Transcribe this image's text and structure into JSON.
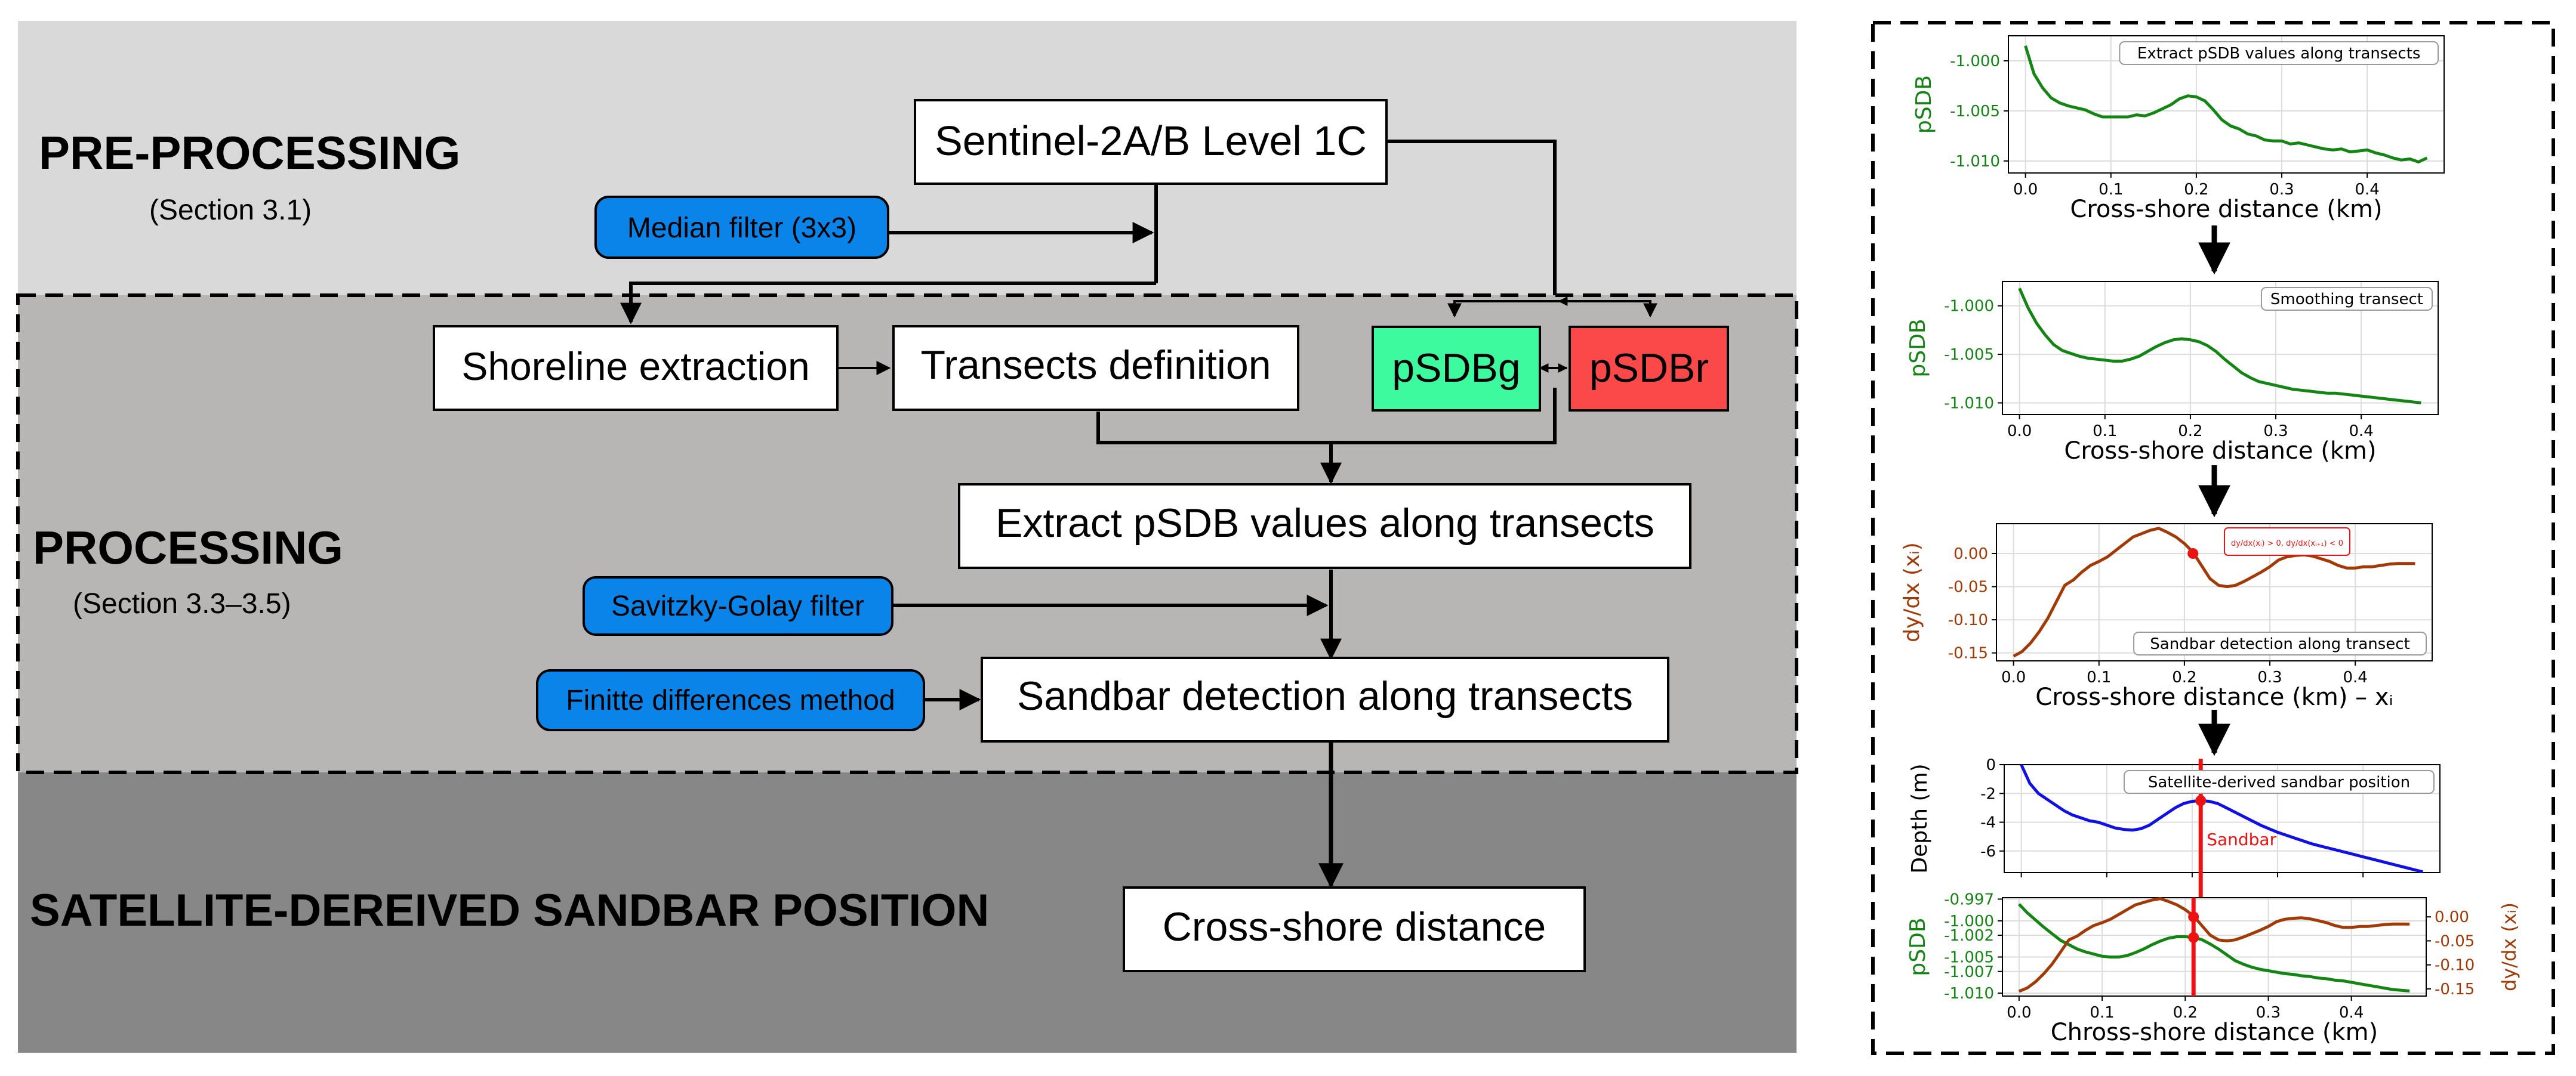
{
  "sections": {
    "pre": {
      "title": "PRE-PROCESSING",
      "subtitle": "(Section 3.1)"
    },
    "proc": {
      "title": "PROCESSING",
      "subtitle": "(Section 3.3–3.5)"
    },
    "sat": {
      "title": "SATELLITE-DEREIVED SANDBAR POSITION"
    }
  },
  "boxes": {
    "sentinel": "Sentinel-2A/B Level 1C",
    "median": "Median filter (3x3)",
    "shoreline": "Shoreline extraction",
    "transects": "Transects definition",
    "psdbg": "pSDBg",
    "psdbr": "pSDBr",
    "extract": "Extract pSDB values along transects",
    "savgol": "Savitzky-Golay filter",
    "finite": "Finitte differences method",
    "sandbar": "Sandbar detection along transects",
    "crossshore": "Cross-shore distance"
  },
  "colors": {
    "pre_bg": "#d9d9d9",
    "proc_bg": "#b8b5b5",
    "sat_bg": "#878787",
    "method_blue": "#0a84e8",
    "psdbg_green": "#3dfa9e",
    "psdbr_red": "#fb4848",
    "green_line": "#138513",
    "brown_line": "#a33a06",
    "blue_line": "#1010e6",
    "red_line": "#ee1111"
  },
  "chart_data": [
    {
      "type": "line",
      "title": "Extract pSDB values along transects",
      "xlabel": "Cross-shore distance (km)",
      "ylabel": "pSDB",
      "xlim": [
        -0.02,
        0.49
      ],
      "ylim": [
        -1.0112,
        -0.9975
      ],
      "xticks": [
        0.0,
        0.1,
        0.2,
        0.3,
        0.4
      ],
      "xtick_labels": [
        "0.0",
        "0.1",
        "0.2",
        "0.3",
        "0.4"
      ],
      "yticks": [
        -1.0,
        -1.005,
        -1.01
      ],
      "ytick_labels": [
        "-1.000",
        "-1.005",
        "-1.010"
      ],
      "grid": true,
      "legend": "top-right",
      "series": [
        {
          "color": "#138513",
          "x": [
            0.0,
            0.01,
            0.02,
            0.03,
            0.04,
            0.05,
            0.06,
            0.07,
            0.08,
            0.09,
            0.1,
            0.11,
            0.12,
            0.13,
            0.14,
            0.15,
            0.16,
            0.17,
            0.18,
            0.19,
            0.2,
            0.21,
            0.22,
            0.23,
            0.24,
            0.25,
            0.26,
            0.27,
            0.28,
            0.29,
            0.3,
            0.31,
            0.32,
            0.33,
            0.34,
            0.35,
            0.36,
            0.37,
            0.38,
            0.39,
            0.4,
            0.41,
            0.42,
            0.43,
            0.44,
            0.45,
            0.46,
            0.47
          ],
          "y": [
            -0.9985,
            -1.0013,
            -1.0027,
            -1.0037,
            -1.0042,
            -1.0045,
            -1.0047,
            -1.0049,
            -1.0053,
            -1.0056,
            -1.0056,
            -1.0056,
            -1.0056,
            -1.0054,
            -1.0055,
            -1.0052,
            -1.0048,
            -1.0044,
            -1.0038,
            -1.0035,
            -1.0036,
            -1.004,
            -1.0049,
            -1.0059,
            -1.0065,
            -1.0068,
            -1.0073,
            -1.0075,
            -1.0079,
            -1.008,
            -1.008,
            -1.0083,
            -1.0082,
            -1.0084,
            -1.0086,
            -1.0088,
            -1.0089,
            -1.0088,
            -1.0091,
            -1.009,
            -1.0089,
            -1.0092,
            -1.0094,
            -1.0097,
            -1.0099,
            -1.0098,
            -1.0101,
            -1.0097
          ]
        }
      ]
    },
    {
      "type": "line",
      "title": "Smoothing transect",
      "xlabel": "Cross-shore distance (km)",
      "ylabel": "pSDB",
      "xlim": [
        -0.02,
        0.49
      ],
      "ylim": [
        -1.0112,
        -0.9975
      ],
      "xticks": [
        0.0,
        0.1,
        0.2,
        0.3,
        0.4
      ],
      "xtick_labels": [
        "0.0",
        "0.1",
        "0.2",
        "0.3",
        "0.4"
      ],
      "yticks": [
        -1.0,
        -1.005,
        -1.01
      ],
      "ytick_labels": [
        "-1.000",
        "-1.005",
        "-1.010"
      ],
      "grid": true,
      "legend": "top-right",
      "series": [
        {
          "color": "#138513",
          "x": [
            0.0,
            0.01,
            0.02,
            0.03,
            0.04,
            0.05,
            0.06,
            0.07,
            0.08,
            0.09,
            0.1,
            0.11,
            0.12,
            0.13,
            0.14,
            0.15,
            0.16,
            0.17,
            0.18,
            0.19,
            0.2,
            0.21,
            0.22,
            0.23,
            0.24,
            0.25,
            0.26,
            0.27,
            0.28,
            0.29,
            0.3,
            0.31,
            0.32,
            0.33,
            0.34,
            0.35,
            0.36,
            0.37,
            0.38,
            0.39,
            0.4,
            0.41,
            0.42,
            0.43,
            0.44,
            0.45,
            0.46,
            0.47
          ],
          "y": [
            -0.9982,
            -1.0002,
            -1.0018,
            -1.003,
            -1.004,
            -1.0046,
            -1.0049,
            -1.0052,
            -1.0054,
            -1.0055,
            -1.0056,
            -1.0057,
            -1.0057,
            -1.0055,
            -1.0052,
            -1.0047,
            -1.0042,
            -1.0038,
            -1.0035,
            -1.0034,
            -1.0035,
            -1.0037,
            -1.0041,
            -1.0047,
            -1.0055,
            -1.0062,
            -1.0069,
            -1.0074,
            -1.0078,
            -1.008,
            -1.0082,
            -1.0084,
            -1.0086,
            -1.0087,
            -1.0088,
            -1.0089,
            -1.009,
            -1.009,
            -1.0091,
            -1.0092,
            -1.0093,
            -1.0094,
            -1.0095,
            -1.0096,
            -1.0097,
            -1.0098,
            -1.0099,
            -1.01
          ]
        }
      ]
    },
    {
      "type": "line",
      "title": "Sandbar detection along transect",
      "xlabel": "Cross-shore distance (km) – xᵢ",
      "ylabel": "dy/dx (xᵢ)",
      "annotation": "dy/dx(xᵢ) > 0, dy/dx(xᵢ₊₁) < 0",
      "xlim": [
        -0.02,
        0.49
      ],
      "ylim": [
        -0.162,
        0.045
      ],
      "xticks": [
        0.0,
        0.1,
        0.2,
        0.3,
        0.4
      ],
      "xtick_labels": [
        "0.0",
        "0.1",
        "0.2",
        "0.3",
        "0.4"
      ],
      "yticks": [
        0.0,
        -0.05,
        -0.1,
        -0.15
      ],
      "ytick_labels": [
        "0.00",
        "-0.05",
        "-0.10",
        "-0.15"
      ],
      "grid": true,
      "legend": "bottom-right",
      "marker": {
        "x": 0.21,
        "y": 0.0
      },
      "series": [
        {
          "color": "#a33a06",
          "x": [
            0.0,
            0.01,
            0.02,
            0.03,
            0.04,
            0.05,
            0.06,
            0.07,
            0.08,
            0.09,
            0.1,
            0.11,
            0.12,
            0.13,
            0.14,
            0.15,
            0.16,
            0.17,
            0.18,
            0.19,
            0.2,
            0.21,
            0.22,
            0.23,
            0.24,
            0.25,
            0.26,
            0.27,
            0.28,
            0.29,
            0.3,
            0.31,
            0.32,
            0.33,
            0.34,
            0.35,
            0.36,
            0.37,
            0.38,
            0.39,
            0.4,
            0.41,
            0.42,
            0.43,
            0.44,
            0.45,
            0.46,
            0.47
          ],
          "y": [
            -0.155,
            -0.148,
            -0.135,
            -0.118,
            -0.098,
            -0.073,
            -0.048,
            -0.04,
            -0.028,
            -0.018,
            -0.012,
            -0.005,
            0.005,
            0.015,
            0.025,
            0.03,
            0.035,
            0.038,
            0.032,
            0.025,
            0.015,
            0.002,
            -0.018,
            -0.038,
            -0.048,
            -0.05,
            -0.048,
            -0.042,
            -0.035,
            -0.028,
            -0.02,
            -0.01,
            -0.005,
            -0.003,
            -0.002,
            -0.004,
            -0.008,
            -0.012,
            -0.018,
            -0.022,
            -0.022,
            -0.02,
            -0.02,
            -0.018,
            -0.016,
            -0.015,
            -0.015,
            -0.015
          ]
        }
      ]
    },
    {
      "type": "line",
      "title": "Satellite-derived sandbar position",
      "xlabel": "",
      "ylabel": "Depth (m)",
      "annotation": "Sandbar",
      "xlim": [
        -0.02,
        0.49
      ],
      "ylim": [
        -7.5,
        0
      ],
      "yticks": [
        0,
        -2,
        -4,
        -6
      ],
      "ytick_labels": [
        "0",
        "-2",
        "-4",
        "-6"
      ],
      "grid": true,
      "legend": "top-right",
      "vline_x": 0.21,
      "marker": {
        "x": 0.21,
        "y": -2.5
      },
      "series": [
        {
          "color": "#1010e6",
          "x": [
            0.0,
            0.01,
            0.02,
            0.03,
            0.04,
            0.05,
            0.06,
            0.07,
            0.08,
            0.09,
            0.1,
            0.11,
            0.12,
            0.13,
            0.14,
            0.15,
            0.16,
            0.17,
            0.18,
            0.19,
            0.2,
            0.21,
            0.22,
            0.23,
            0.24,
            0.25,
            0.26,
            0.27,
            0.28,
            0.29,
            0.3,
            0.31,
            0.32,
            0.33,
            0.34,
            0.35,
            0.36,
            0.37,
            0.38,
            0.39,
            0.4,
            0.41,
            0.42,
            0.43,
            0.44,
            0.45,
            0.46,
            0.47
          ],
          "y": [
            0.0,
            -1.3,
            -2.0,
            -2.4,
            -2.8,
            -3.2,
            -3.5,
            -3.7,
            -3.9,
            -4.0,
            -4.2,
            -4.4,
            -4.5,
            -4.55,
            -4.45,
            -4.2,
            -3.8,
            -3.4,
            -3.0,
            -2.7,
            -2.55,
            -2.5,
            -2.55,
            -2.7,
            -3.0,
            -3.3,
            -3.6,
            -3.9,
            -4.2,
            -4.45,
            -4.7,
            -4.9,
            -5.1,
            -5.3,
            -5.5,
            -5.65,
            -5.8,
            -5.95,
            -6.1,
            -6.25,
            -6.4,
            -6.55,
            -6.7,
            -6.85,
            -7.0,
            -7.15,
            -7.3,
            -7.45
          ]
        }
      ]
    },
    {
      "type": "line",
      "title": "",
      "xlabel": "Chross-shore distance (km)",
      "ylabel": "pSDB",
      "ylabel_right": "dy/dx (xᵢ)",
      "xlim": [
        -0.02,
        0.49
      ],
      "ylim": [
        -1.0104,
        -0.9968
      ],
      "ylim_right": [
        -0.165,
        0.04
      ],
      "xticks": [
        0.0,
        0.1,
        0.2,
        0.3,
        0.4
      ],
      "xtick_labels": [
        "0.0",
        "0.1",
        "0.2",
        "0.3",
        "0.4"
      ],
      "yticks": [
        -0.997,
        -1.0,
        -1.002,
        -1.005,
        -1.007,
        -1.01
      ],
      "ytick_labels": [
        "-0.997",
        "-1.000",
        "-1.002",
        "-1.005",
        "-1.007",
        "-1.010"
      ],
      "yticks_right": [
        0.0,
        -0.05,
        -0.1,
        -0.15
      ],
      "ytick_labels_right": [
        "0.00",
        "-0.05",
        "-0.10",
        "-0.15"
      ],
      "grid": true,
      "vline_x": 0.21,
      "markers": [
        {
          "x": 0.21,
          "y": -1.0023,
          "axis": "left"
        },
        {
          "x": 0.21,
          "y": 0.0,
          "axis": "right"
        }
      ],
      "series": [
        {
          "color": "#138513",
          "axis": "left",
          "x": [
            0.0,
            0.01,
            0.02,
            0.03,
            0.04,
            0.05,
            0.06,
            0.07,
            0.08,
            0.09,
            0.1,
            0.11,
            0.12,
            0.13,
            0.14,
            0.15,
            0.16,
            0.17,
            0.18,
            0.19,
            0.2,
            0.21,
            0.22,
            0.23,
            0.24,
            0.25,
            0.26,
            0.27,
            0.28,
            0.29,
            0.3,
            0.31,
            0.32,
            0.33,
            0.34,
            0.35,
            0.36,
            0.37,
            0.38,
            0.39,
            0.4,
            0.41,
            0.42,
            0.43,
            0.44,
            0.45,
            0.46,
            0.47
          ],
          "y": [
            -0.9977,
            -0.9989,
            -0.9999,
            -1.0009,
            -1.0018,
            -1.0027,
            -1.0033,
            -1.0039,
            -1.0043,
            -1.0046,
            -1.0049,
            -1.005,
            -1.005,
            -1.0048,
            -1.0044,
            -1.0039,
            -1.0033,
            -1.0028,
            -1.0024,
            -1.0022,
            -1.0022,
            -1.0023,
            -1.0026,
            -1.0032,
            -1.0039,
            -1.0047,
            -1.0055,
            -1.006,
            -1.0064,
            -1.0067,
            -1.0069,
            -1.0071,
            -1.0073,
            -1.0074,
            -1.0076,
            -1.0077,
            -1.0079,
            -1.008,
            -1.0082,
            -1.0083,
            -1.0085,
            -1.0087,
            -1.0089,
            -1.0091,
            -1.0093,
            -1.0095,
            -1.0096,
            -1.0097
          ]
        },
        {
          "color": "#a33a06",
          "axis": "right",
          "x": [
            0.0,
            0.01,
            0.02,
            0.03,
            0.04,
            0.05,
            0.06,
            0.07,
            0.08,
            0.09,
            0.1,
            0.11,
            0.12,
            0.13,
            0.14,
            0.15,
            0.16,
            0.17,
            0.18,
            0.19,
            0.2,
            0.21,
            0.22,
            0.23,
            0.24,
            0.25,
            0.26,
            0.27,
            0.28,
            0.29,
            0.3,
            0.31,
            0.32,
            0.33,
            0.34,
            0.35,
            0.36,
            0.37,
            0.38,
            0.39,
            0.4,
            0.41,
            0.42,
            0.43,
            0.44,
            0.45,
            0.46,
            0.47
          ],
          "y": [
            -0.155,
            -0.148,
            -0.135,
            -0.118,
            -0.098,
            -0.073,
            -0.048,
            -0.04,
            -0.028,
            -0.018,
            -0.012,
            -0.005,
            0.005,
            0.015,
            0.025,
            0.03,
            0.035,
            0.038,
            0.032,
            0.025,
            0.015,
            0.002,
            -0.018,
            -0.038,
            -0.048,
            -0.05,
            -0.048,
            -0.042,
            -0.035,
            -0.028,
            -0.02,
            -0.01,
            -0.005,
            -0.003,
            -0.002,
            -0.004,
            -0.008,
            -0.012,
            -0.018,
            -0.022,
            -0.022,
            -0.02,
            -0.02,
            -0.018,
            -0.016,
            -0.015,
            -0.015,
            -0.015
          ]
        }
      ]
    }
  ]
}
